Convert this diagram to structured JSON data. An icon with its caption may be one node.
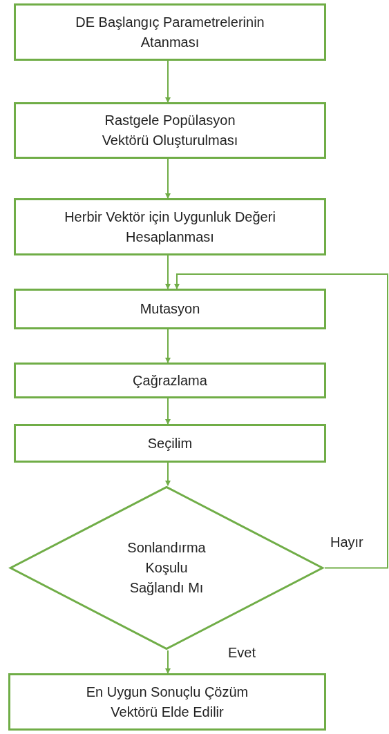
{
  "diagram": {
    "nodes": [
      {
        "text": [
          "DE Başlangıç Parametrelerinin Atanması"
        ]
      },
      {
        "text": [
          "Rastgele Popülasyon Vektörü Oluşturulması"
        ]
      },
      {
        "text": [
          "Herbir Vektör için Uygunluk Değeri Hesaplanması"
        ]
      },
      {
        "text": [
          "Mutasyon"
        ]
      },
      {
        "text": [
          "Çağrazlama"
        ]
      },
      {
        "text": [
          "Seçilim"
        ]
      },
      {
        "text": [
          "Sonlandırma Koşulu Sağlandı Mı"
        ]
      },
      {
        "text": [
          "En Uygun Sonuçlu Çözüm Vektörü Elde Edilir"
        ]
      }
    ],
    "edges": [
      {
        "from": 0,
        "to": 1,
        "arrow": "to"
      },
      {
        "from": 1,
        "to": 2,
        "arrow": "to"
      },
      {
        "from": 2,
        "to": 3,
        "arrow": "to"
      },
      {
        "from": 3,
        "to": 4,
        "arrow": "to"
      },
      {
        "from": 4,
        "to": 5,
        "arrow": "to"
      },
      {
        "from": 5,
        "to": 6,
        "arrow": "to"
      },
      {
        "from": 6,
        "to": 7,
        "arrow": "to",
        "label": "Evet"
      },
      {
        "from": 6,
        "to": 3,
        "arrow": "to",
        "label": "Hayır"
      }
    ]
  }
}
